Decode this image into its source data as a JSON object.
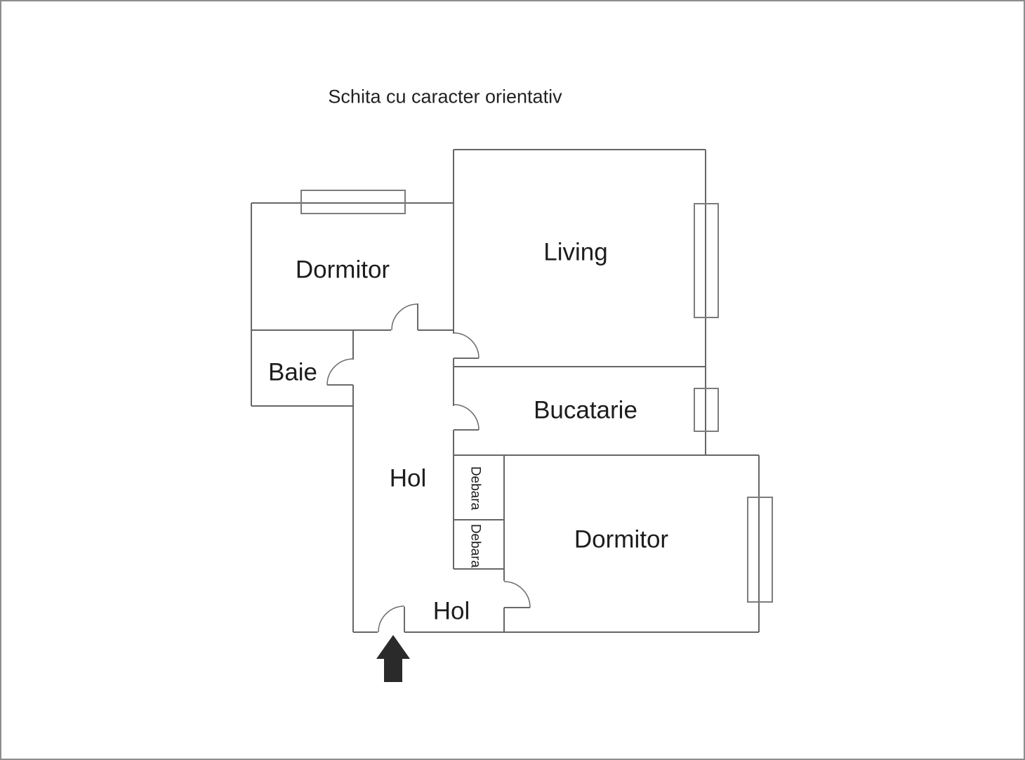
{
  "title": "Schita cu caracter orientativ",
  "rooms": {
    "dormitor_top": {
      "label": "Dormitor"
    },
    "living": {
      "label": "Living"
    },
    "baie": {
      "label": "Baie"
    },
    "bucatarie": {
      "label": "Bucatarie"
    },
    "hol_upper": {
      "label": "Hol"
    },
    "debara_1": {
      "label": "Debara"
    },
    "debara_2": {
      "label": "Debara"
    },
    "dormitor_right": {
      "label": "Dormitor"
    },
    "hol_lower": {
      "label": "Hol"
    }
  },
  "icons": {
    "entrance_arrow": "up-arrow"
  },
  "colors": {
    "wall": "#666666",
    "window_frame": "#7c7c7c",
    "text": "#1d1d1d",
    "arrow": "#2a2a2a",
    "canvas_border": "#8d8d8d"
  }
}
